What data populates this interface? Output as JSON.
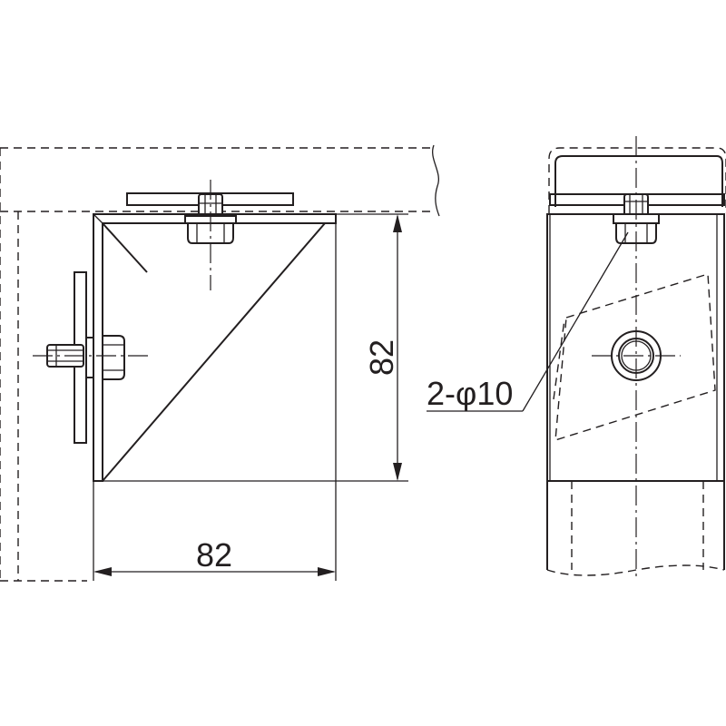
{
  "labels": {
    "width_dimension": "82",
    "height_dimension": "82",
    "hole_callout": "2-φ10"
  },
  "colors": {
    "line": "#231f20",
    "background": "#ffffff"
  }
}
